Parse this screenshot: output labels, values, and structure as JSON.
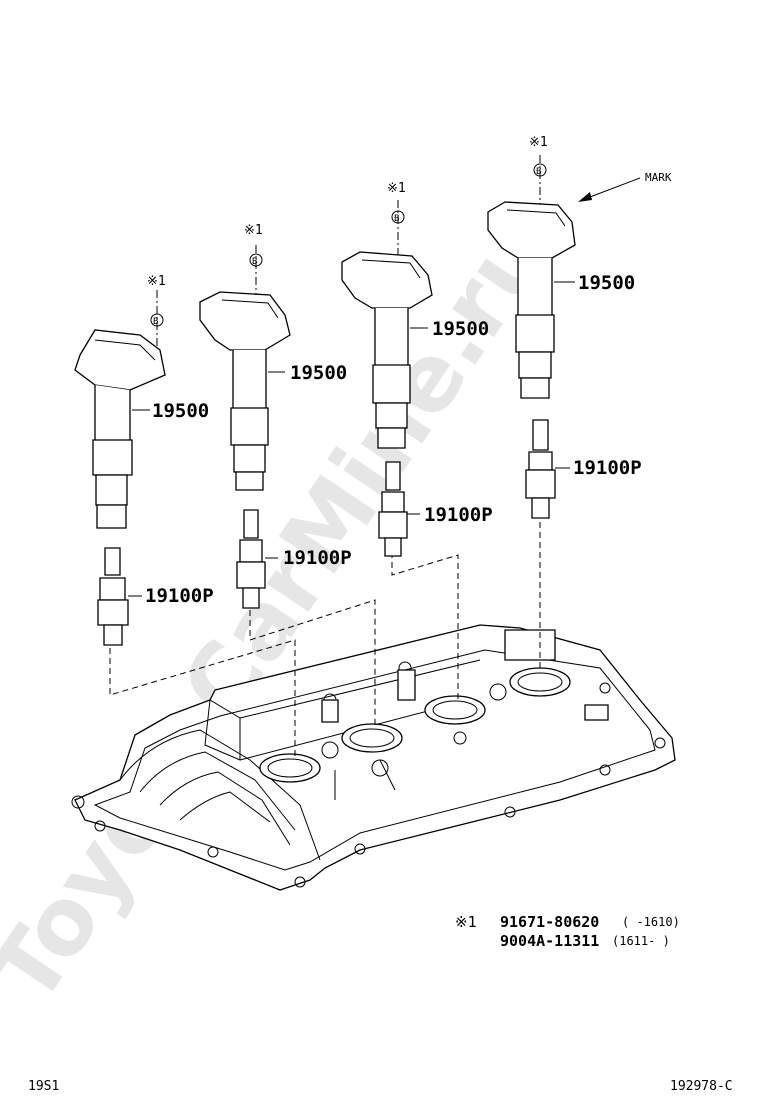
{
  "watermark": "ToyotaCarMine.ru",
  "parts": {
    "coil_1_label": "19500",
    "coil_2_label": "19500",
    "coil_3_label": "19500",
    "coil_4_label": "19500",
    "plug_1_label": "19100P",
    "plug_2_label": "19100P",
    "plug_3_label": "19100P",
    "plug_4_label": "19100P",
    "bolt_ref_1": "※1",
    "bolt_ref_2": "※1",
    "bolt_ref_3": "※1",
    "bolt_ref_4": "※1",
    "bolt_symbol": "B",
    "mark_label": "MARK"
  },
  "notes": {
    "ref": "※1",
    "part_1": "91671-80620",
    "range_1": "(     -1610)",
    "part_2": "9004A-11311",
    "range_2": "(1611-     )"
  },
  "footer": {
    "left_code": "19S1",
    "right_code": "192978-C"
  }
}
